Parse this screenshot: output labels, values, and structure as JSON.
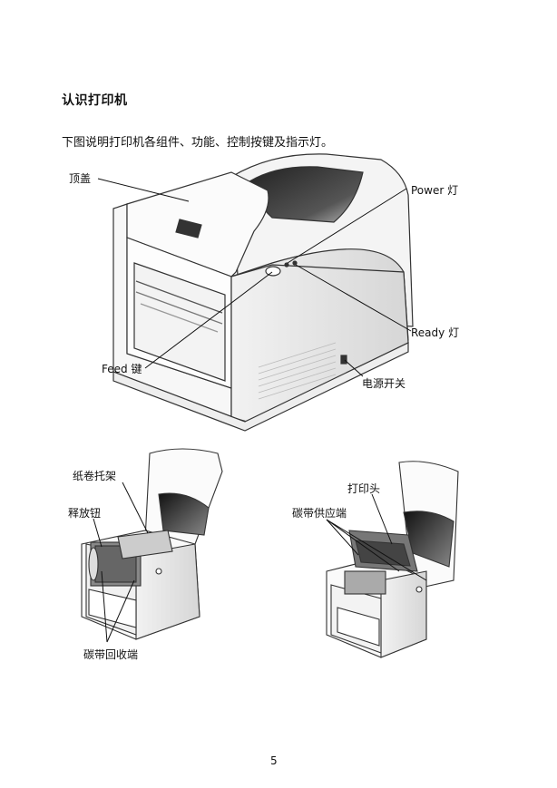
{
  "heading": "认识打印机",
  "intro": "下图说明打印机各组件、功能、控制按键及指示灯。",
  "labels": {
    "top_cover": "顶盖",
    "power_led": "Power 灯",
    "ready_led": "Ready 灯",
    "feed_key": "Feed 键",
    "power_switch": "电源开关",
    "media_holder": "纸卷托架",
    "release_knob": "释放钮",
    "ribbon_rewind": "碳带回收端",
    "print_head": "打印头",
    "ribbon_supply": "碳带供应端"
  },
  "page_number": "5"
}
